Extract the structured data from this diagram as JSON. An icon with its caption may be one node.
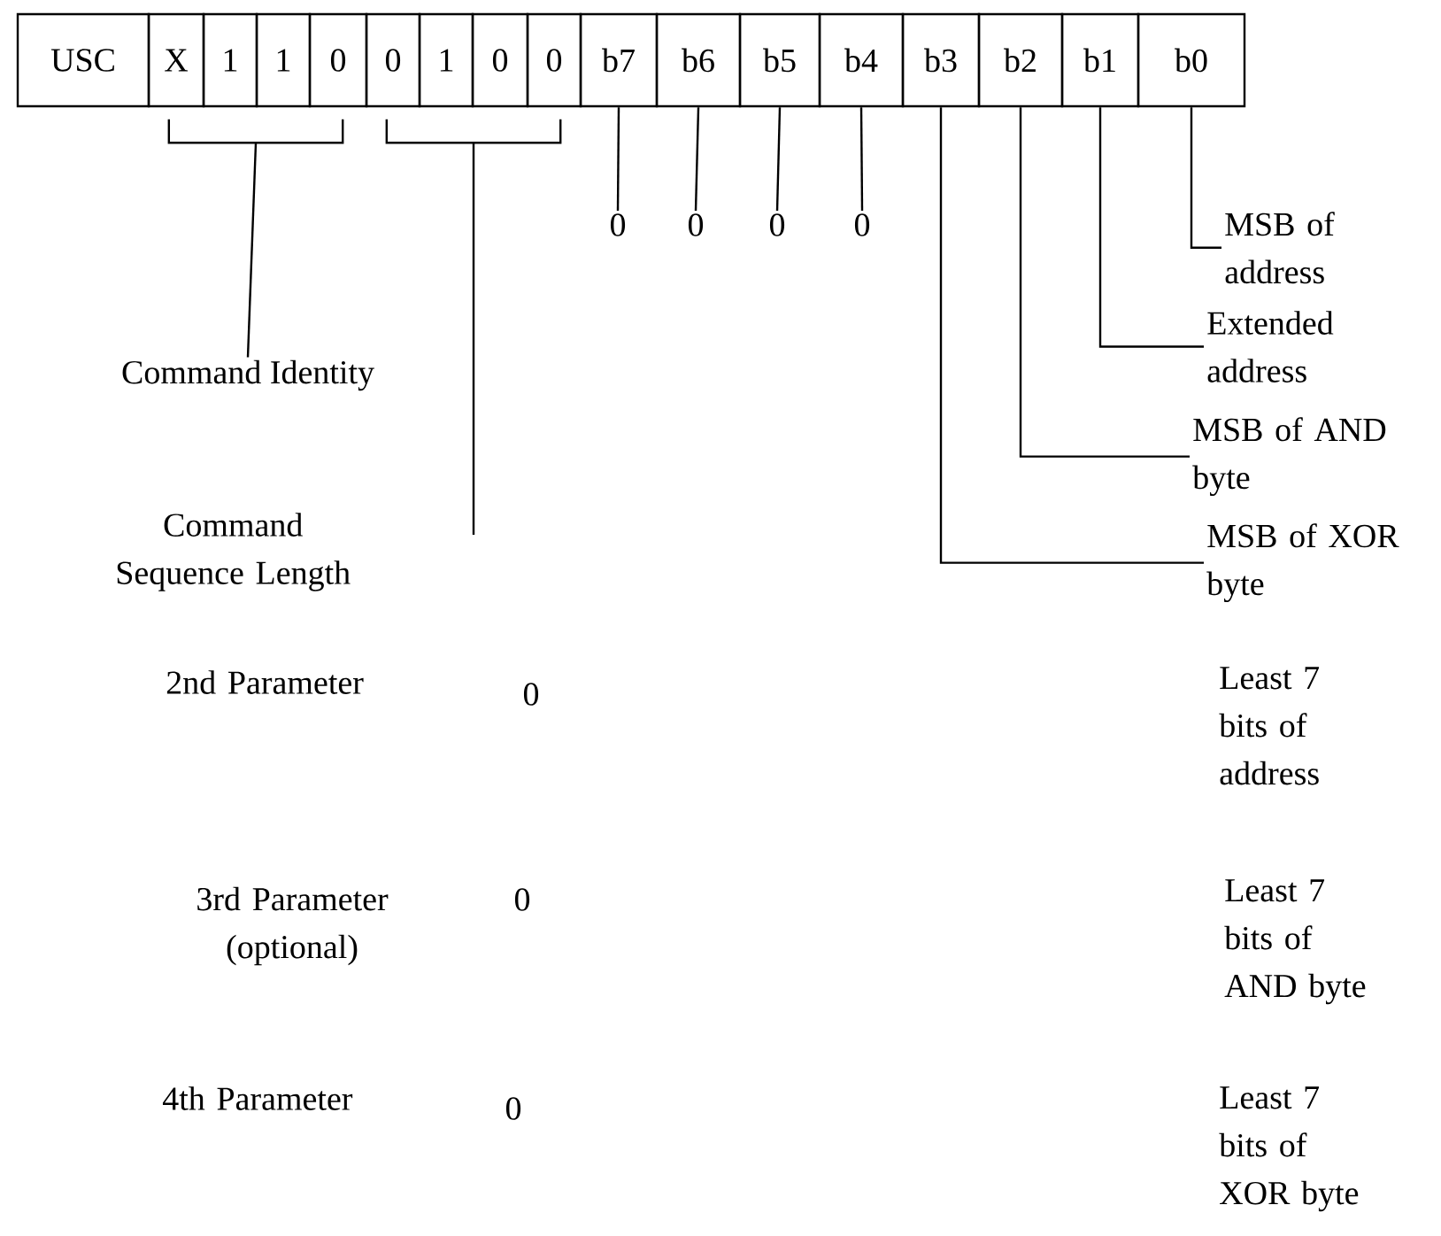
{
  "diagram": {
    "nodes": [
      {
        "text": [
          "USC"
        ]
      },
      {
        "text": [
          "X"
        ]
      },
      {
        "text": [
          "1"
        ]
      },
      {
        "text": [
          "1"
        ]
      },
      {
        "text": [
          "0"
        ]
      },
      {
        "text": [
          "0"
        ]
      },
      {
        "text": [
          "1"
        ]
      },
      {
        "text": [
          "0"
        ]
      },
      {
        "text": [
          "0"
        ]
      },
      {
        "text": [
          "b7"
        ]
      },
      {
        "text": [
          "b6"
        ]
      },
      {
        "text": [
          "b5"
        ]
      },
      {
        "text": [
          "b4"
        ]
      },
      {
        "text": [
          "b3"
        ]
      },
      {
        "text": [
          "b2"
        ]
      },
      {
        "text": [
          "b1"
        ]
      },
      {
        "text": [
          "b0"
        ]
      },
      {
        "text": [],
        "shape": "bracket"
      },
      {
        "text": [],
        "shape": "bracket"
      },
      {
        "text": [
          "0"
        ]
      },
      {
        "text": [
          "0"
        ]
      },
      {
        "text": [
          "0"
        ]
      },
      {
        "text": [
          "0"
        ]
      },
      {
        "text": [
          "Command Identity"
        ]
      },
      {
        "text": [
          "Command Sequence Length"
        ]
      },
      {
        "text": [
          "MSB of address"
        ]
      },
      {
        "text": [
          "Extended address"
        ]
      },
      {
        "text": [
          "MSB of AND byte"
        ]
      },
      {
        "text": [
          "MSB of XOR byte"
        ]
      }
    ],
    "edges": [
      {
        "from": 9,
        "to": 19,
        "arrow": "none"
      },
      {
        "from": 10,
        "to": 20,
        "arrow": "none"
      },
      {
        "from": 11,
        "to": 21,
        "arrow": "none"
      },
      {
        "from": 12,
        "to": 22,
        "arrow": "none"
      },
      {
        "from": 17,
        "to": 23,
        "arrow": "none"
      },
      {
        "from": 18,
        "to": 24,
        "arrow": "none"
      },
      {
        "from": 16,
        "to": 25,
        "arrow": "none"
      },
      {
        "from": 15,
        "to": 26,
        "arrow": "none"
      },
      {
        "from": 14,
        "to": 27,
        "arrow": "none"
      },
      {
        "from": 13,
        "to": 28,
        "arrow": "none"
      }
    ],
    "labels": [
      "2nd Parameter",
      "0",
      "Least 7 bits of address",
      "3rd Parameter (optional)",
      "0",
      "Least 7 bits of AND byte",
      "4th Parameter",
      "0",
      "Least 7 bits of XOR byte"
    ]
  }
}
